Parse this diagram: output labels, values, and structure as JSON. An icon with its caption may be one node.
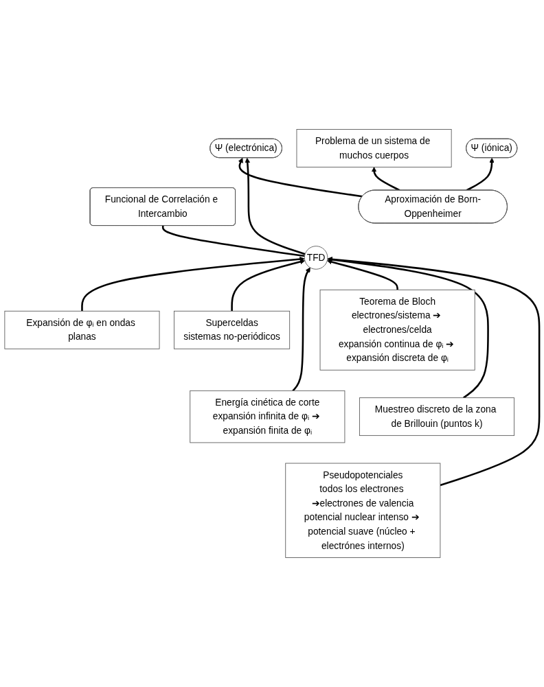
{
  "diagram": {
    "nodes": [
      {
        "text": [
          "Problema de un sistema de muchos cuerpos"
        ]
      },
      {
        "text": [
          "Aproximación de Born-Oppenheimer"
        ]
      },
      {
        "text": [
          "Ψ (iónica)"
        ]
      },
      {
        "text": [
          "Ψ (electrónica)"
        ]
      },
      {
        "text": [
          "Funcional de Correlación e Intercambio"
        ]
      },
      {
        "text": [
          "TFD"
        ]
      },
      {
        "text": [
          "Expansión de φᵢ en ondas planas"
        ]
      },
      {
        "text": [
          "Superceldas",
          "sistemas no-periódicos"
        ]
      },
      {
        "text": [
          "Teorema de Bloch",
          "electrones/sistema ➔ electrones/celda",
          "expansión continua de φᵢ ➔ expansión discreta de φᵢ"
        ]
      },
      {
        "text": [
          "Energía cinética de corte",
          "expansión infinita de φᵢ ➔ expansión finita de φᵢ"
        ]
      },
      {
        "text": [
          "Muestreo discreto de la zona de Brillouin (puntos k)"
        ]
      },
      {
        "text": [
          "Pseudopotenciales",
          "todos los electrones ➔electrones de valencia",
          "potencial nuclear intenso ➔ potencial suave (núcleo + electrónes internos)"
        ]
      }
    ],
    "edges": [
      {
        "from": 1,
        "to": 0,
        "arrow": "to"
      },
      {
        "from": 1,
        "to": 2,
        "arrow": "to"
      },
      {
        "from": 1,
        "to": 3,
        "arrow": "to"
      },
      {
        "from": 5,
        "to": 3,
        "arrow": "to"
      },
      {
        "from": 5,
        "to": 4,
        "arrow": "none"
      },
      {
        "from": 6,
        "to": 5,
        "arrow": "to"
      },
      {
        "from": 7,
        "to": 5,
        "arrow": "to"
      },
      {
        "from": 9,
        "to": 5,
        "arrow": "to"
      },
      {
        "from": 8,
        "to": 5,
        "arrow": "to"
      },
      {
        "from": 10,
        "to": 5,
        "arrow": "to"
      },
      {
        "from": 11,
        "to": 5,
        "arrow": "to"
      }
    ]
  }
}
